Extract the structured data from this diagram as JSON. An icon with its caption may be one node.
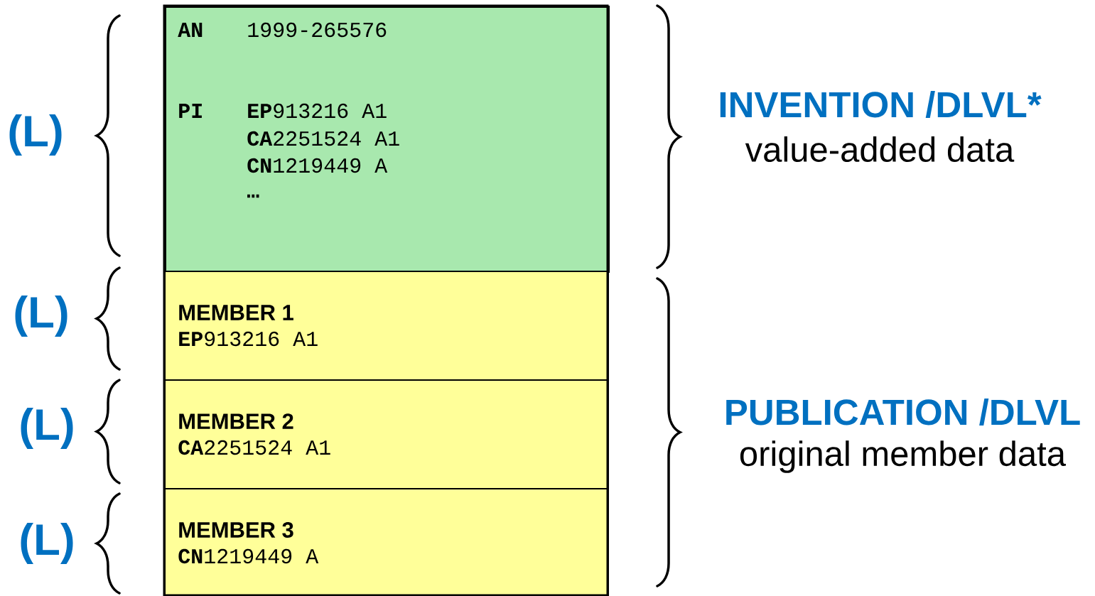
{
  "diagram": {
    "nodes": [
      {
        "text": [
          "AN",
          "1999-265576",
          "PI",
          "**EP**913216 A1",
          "**CA**2251524 A1",
          "**CN**1219449 A",
          "…"
        ]
      },
      {
        "text": [
          "MEMBER 1",
          "**EP**913216 A1"
        ]
      },
      {
        "text": [
          "MEMBER 2",
          "**CA**2251524 A1"
        ]
      },
      {
        "text": [
          "MEMBER 3",
          "**CN**1219449 A"
        ]
      }
    ],
    "labels": [
      "(L)",
      "INVENTION /DLVL*",
      "value-added data",
      "(L)",
      "(L)",
      "PUBLICATION /DLVL",
      "original member data",
      "(L)"
    ]
  }
}
